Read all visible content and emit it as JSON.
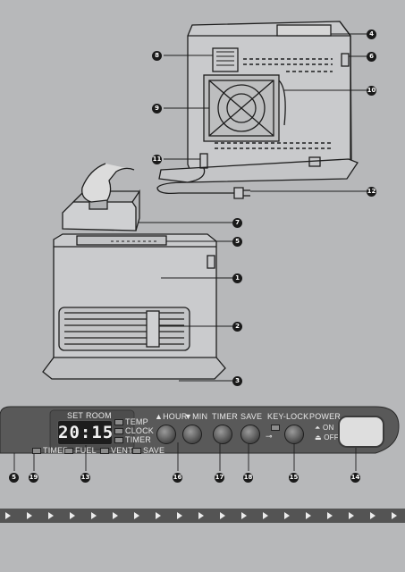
{
  "callouts": {
    "n1": "1",
    "n2": "2",
    "n3": "3",
    "n4": "4",
    "n5": "5",
    "n6": "6",
    "n7": "7",
    "n8": "8",
    "n9": "9",
    "n10": "10",
    "n11": "11",
    "n12": "12",
    "n13": "13",
    "n14": "14",
    "n15": "15",
    "n16": "16",
    "n17": "17",
    "n18": "18",
    "n19": "19"
  },
  "panel": {
    "set_label": "SET",
    "room_label": "ROOM",
    "display_value": "20:15",
    "mode_temp": "TEMP",
    "mode_clock": "CLOCK",
    "mode_timer": "TIMER",
    "hour_label": "▲HOUR",
    "min_label": "▼MIN",
    "timer_btn_label": "TIMER",
    "save_btn_label": "SAVE",
    "keylock_label": "KEY-LOCK",
    "power_label": "POWER",
    "power_on": "ON",
    "power_off": "OFF",
    "ind_timer": "TIMER",
    "ind_fuel": "FUEL",
    "ind_vent": "VENT",
    "ind_save": "SAVE"
  },
  "colors": {
    "background": "#b7b8ba",
    "panel": "#595959",
    "strip": "#545454",
    "callout": "#1a1a1a"
  },
  "icons": [
    "key-icon",
    "arrow-right-icon",
    "power-on-icon",
    "power-off-icon"
  ]
}
